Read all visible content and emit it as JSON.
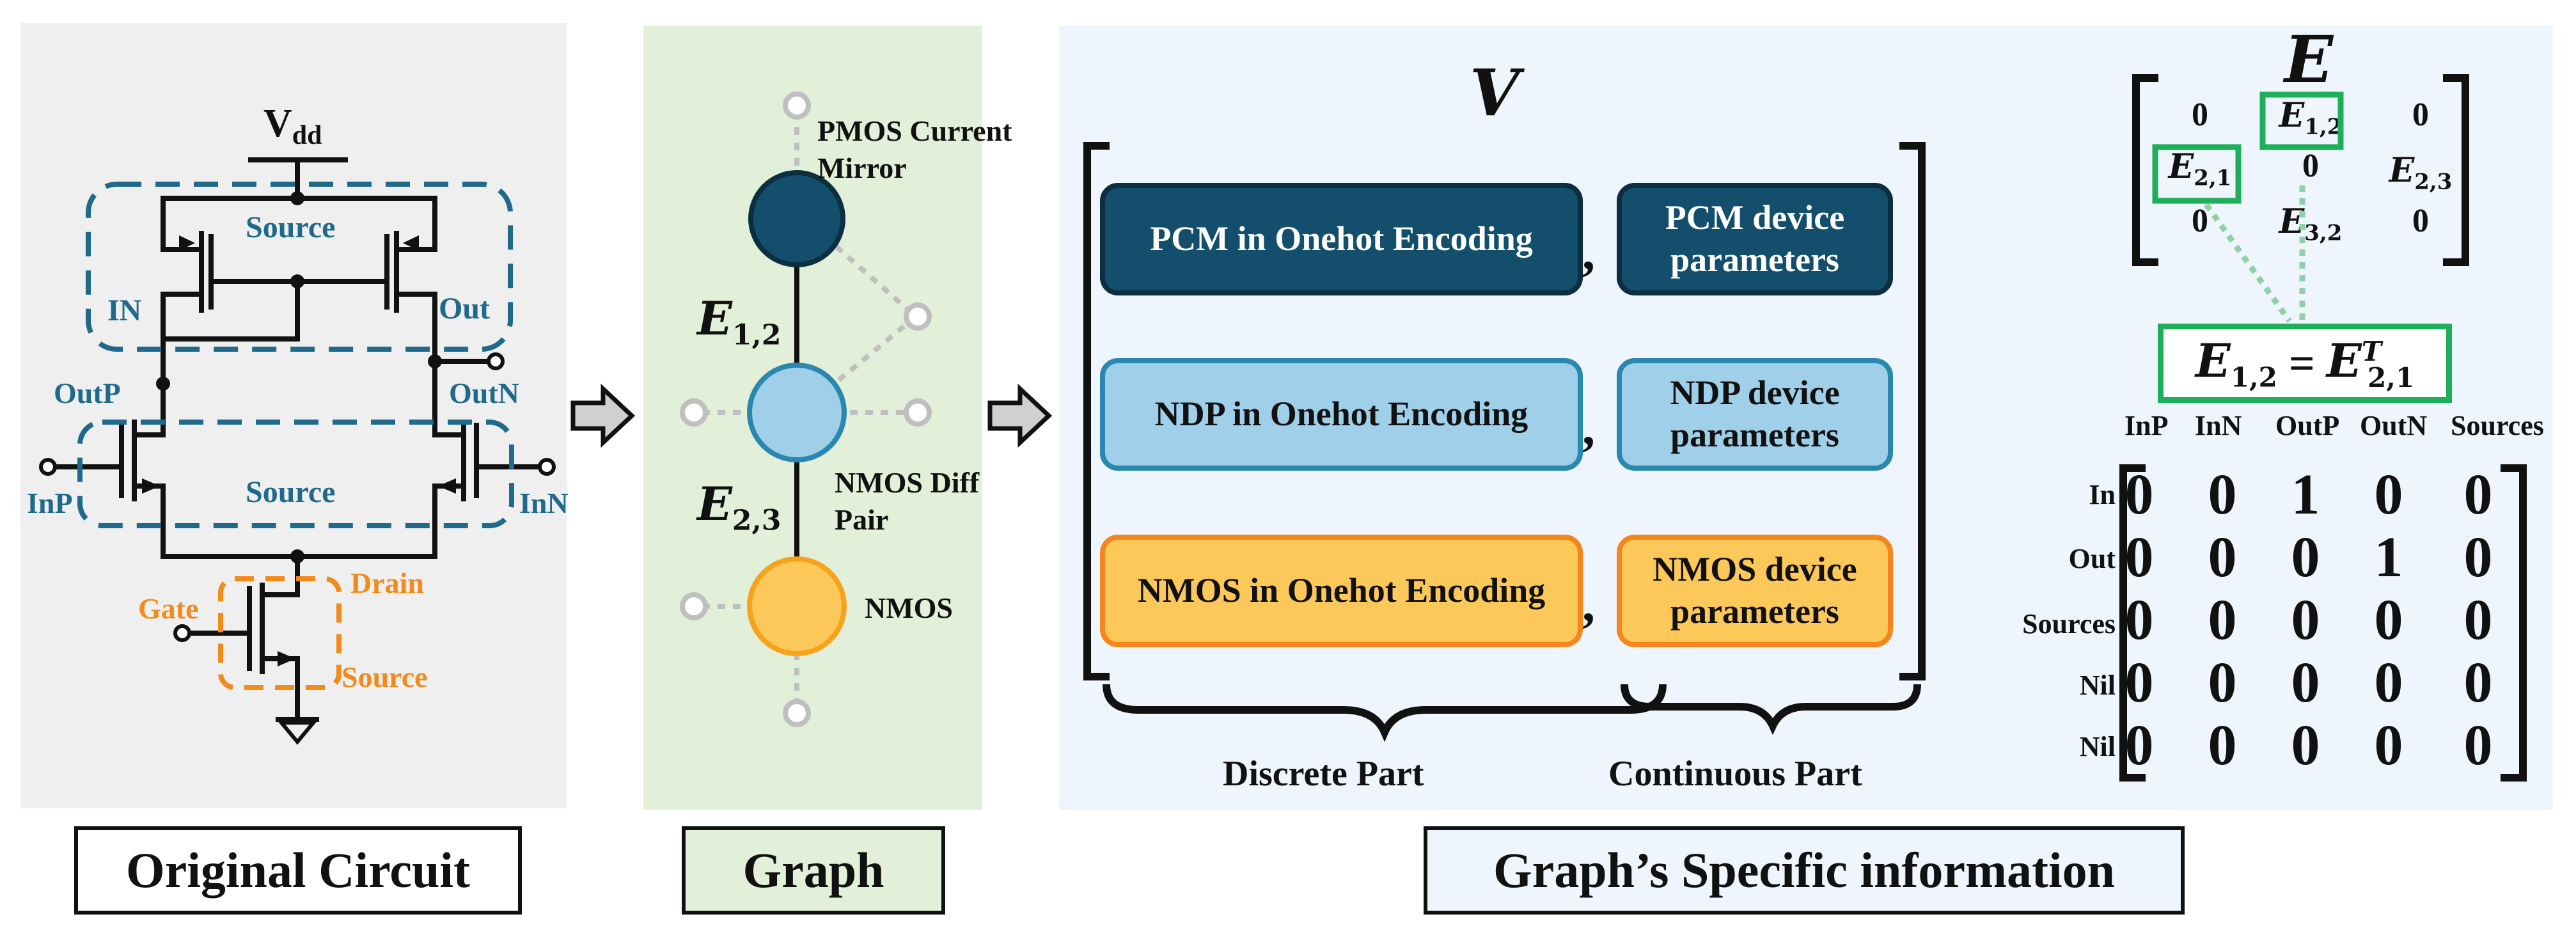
{
  "panels": {
    "circuit": {
      "caption": "Original Circuit",
      "vdd": "V",
      "vdd_sub": "dd",
      "pmos_group": "Source",
      "nmos_group": "Source",
      "in": "IN",
      "out": "Out",
      "outp": "OutP",
      "outn": "OutN",
      "inp": "InP",
      "inn": "InN",
      "gate": "Gate",
      "drain": "Drain",
      "source": "Source"
    },
    "graph": {
      "caption": "Graph",
      "node1": "PMOS Current Mirror",
      "node2": "NMOS Diff Pair",
      "node3": "NMOS",
      "edge12": "E",
      "edge12_sub": "1,2",
      "edge23": "E",
      "edge23_sub": "2,3"
    },
    "info": {
      "caption": "Graph’s Specific information",
      "v_label": "V",
      "rows": [
        {
          "discrete": "PCM in Onehot Encoding",
          "continuous": "PCM device parameters"
        },
        {
          "discrete": "NDP in Onehot Encoding",
          "continuous": "NDP device parameters"
        },
        {
          "discrete": "NMOS in Onehot Encoding",
          "continuous": "NMOS device parameters"
        }
      ],
      "comma": ",",
      "discrete_part": "Discrete Part",
      "continuous_part": "Continuous Part",
      "e_label": "E",
      "e_matrix": [
        [
          "0",
          "E1,2",
          "0"
        ],
        [
          "E2,1",
          "0",
          "E2,3"
        ],
        [
          "0",
          "E3,2",
          "0"
        ]
      ],
      "equation": "E1,2 = E2,1 T",
      "col_headers": [
        "InP",
        "InN",
        "OutP",
        "OutN",
        "Sources"
      ],
      "row_headers": [
        "In",
        "Out",
        "Sources",
        "Nil",
        "Nil"
      ],
      "conn_matrix": [
        [
          "0",
          "0",
          "1",
          "0",
          "0"
        ],
        [
          "0",
          "0",
          "0",
          "1",
          "0"
        ],
        [
          "0",
          "0",
          "0",
          "0",
          "0"
        ],
        [
          "0",
          "0",
          "0",
          "0",
          "0"
        ],
        [
          "0",
          "0",
          "0",
          "0",
          "0"
        ]
      ]
    }
  },
  "colors": {
    "circuit_bg": "#efefef",
    "graph_bg": "#e2efd9",
    "info_bg": "#eef5fc",
    "pcm_fill": "#134f6c",
    "ndp_fill": "#9fcfe9",
    "nmos_fill": "#fdc85a",
    "ndp_border": "#2a87ad",
    "nmos_border": "#f6851b",
    "teal_text": "#1f6a8a",
    "orange_text": "#f28a1c",
    "green_box": "#1fae5a"
  }
}
